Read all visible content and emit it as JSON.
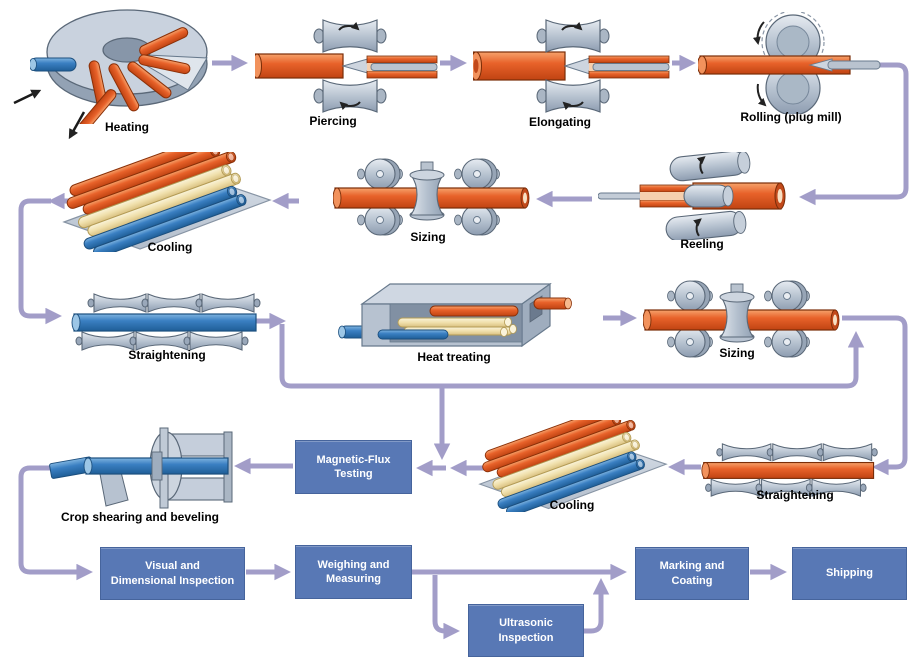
{
  "diagram": {
    "background": "#ffffff",
    "connector_color": "#a29dc8",
    "box_fill": "#5878b5",
    "box_text_color": "#ffffff",
    "label_color": "#000000",
    "pipe_colors": {
      "hot": "#e8622a",
      "warm": "#f0e0ac",
      "cold": "#3a7fc2"
    },
    "stations": [
      {
        "id": "heating",
        "label": "Heating"
      },
      {
        "id": "piercing",
        "label": "Piercing"
      },
      {
        "id": "elongating",
        "label": "Elongating"
      },
      {
        "id": "rolling-plug-mill",
        "label": "Rolling (plug mill)"
      },
      {
        "id": "reeling",
        "label": "Reeling"
      },
      {
        "id": "sizing-1",
        "label": "Sizing"
      },
      {
        "id": "cooling-1",
        "label": "Cooling"
      },
      {
        "id": "straightening-1",
        "label": "Straightening"
      },
      {
        "id": "heat-treating",
        "label": "Heat treating"
      },
      {
        "id": "sizing-2",
        "label": "Sizing"
      },
      {
        "id": "straightening-2",
        "label": "Straightening"
      },
      {
        "id": "cooling-2",
        "label": "Cooling"
      },
      {
        "id": "crop-shearing",
        "label": "Crop shearing and beveling"
      }
    ],
    "boxes": [
      {
        "id": "magnetic-flux-testing",
        "lines": [
          "Magnetic-Flux",
          "Testing"
        ]
      },
      {
        "id": "visual-dimensional-inspection",
        "lines": [
          "Visual and",
          "Dimensional Inspection"
        ]
      },
      {
        "id": "weighing-measuring",
        "lines": [
          "Weighing and",
          "Measuring"
        ]
      },
      {
        "id": "ultrasonic-inspection",
        "lines": [
          "Ultrasonic",
          "Inspection"
        ]
      },
      {
        "id": "marking-coating",
        "lines": [
          "Marking and",
          "Coating"
        ]
      },
      {
        "id": "shipping",
        "lines": [
          "Shipping"
        ]
      }
    ]
  }
}
